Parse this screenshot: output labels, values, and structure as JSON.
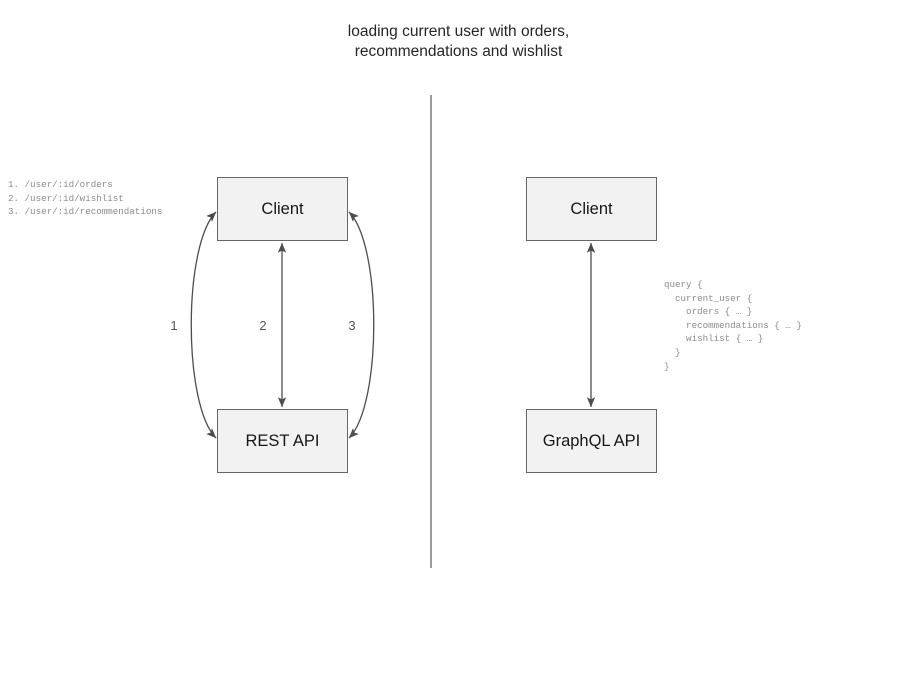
{
  "title": "loading current user with orders,\nrecommendations and wishlist",
  "colors": {
    "node_fill": "#f2f2f2",
    "node_border": "#666666",
    "edge": "#4d4d4d",
    "divider": "#666666",
    "code_text": "#8c8c8c",
    "title_text": "#262626"
  },
  "rest_side": {
    "nodes": [
      {
        "id": "client",
        "label": "Client"
      },
      {
        "id": "rest-api",
        "label": "REST API"
      }
    ],
    "edge_labels": [
      "1",
      "2",
      "3"
    ],
    "endpoints_note": "1. /user/:id/orders\n2. /user/:id/wishlist\n3. /user/:id/recommendations"
  },
  "graphql_side": {
    "nodes": [
      {
        "id": "client",
        "label": "Client"
      },
      {
        "id": "graphql-api",
        "label": "GraphQL API"
      }
    ],
    "query_note": "query {\n  current_user {\n    orders { … }\n    recommendations { … }\n    wishlist { … }\n  }\n}"
  }
}
